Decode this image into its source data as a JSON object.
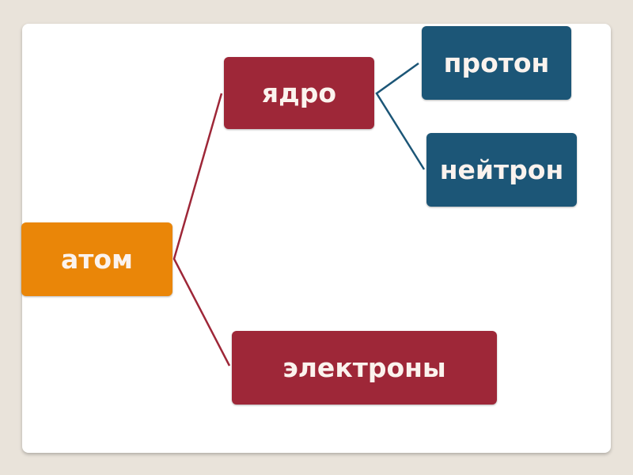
{
  "diagram": {
    "root": {
      "label": "атом"
    },
    "nucleus": {
      "label": "ядро"
    },
    "proton": {
      "label": "протон"
    },
    "neutron": {
      "label": "нейтрон"
    },
    "electrons": {
      "label": "электроны"
    }
  },
  "colors": {
    "root": "#ea8608",
    "level1": "#9e2738",
    "level2": "#1c5677",
    "background": "#e9e3da"
  }
}
